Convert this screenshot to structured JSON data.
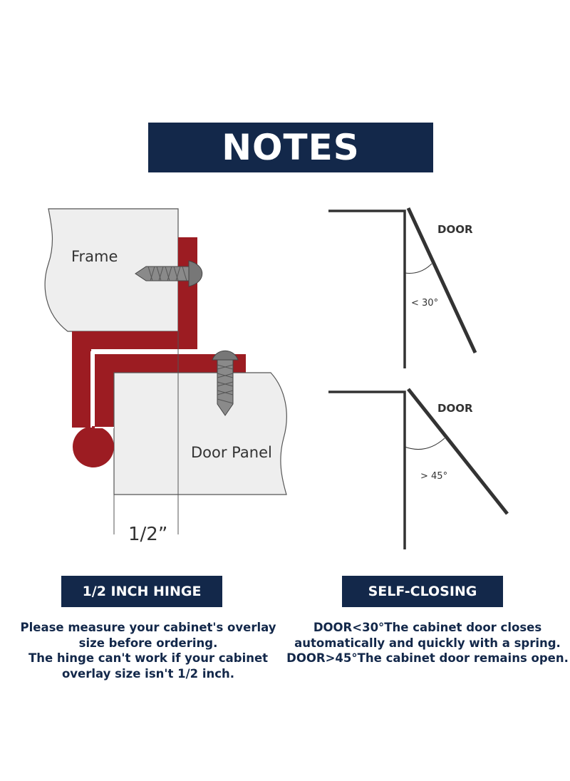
{
  "header": {
    "title": "NOTES"
  },
  "hinge_diagram": {
    "frame_label": "Frame",
    "door_label": "Door Panel",
    "overlay_label": "1/2”"
  },
  "closing_diagram": {
    "top": {
      "door_label": "DOOR",
      "angle_label": "< 30°"
    },
    "bottom": {
      "door_label": "DOOR",
      "angle_label": "> 45°"
    }
  },
  "sections": {
    "hinge": {
      "heading": "1/2 INCH HINGE",
      "lines": [
        "Please measure your cabinet's overlay",
        "size before ordering.",
        "The hinge can't work if your cabinet",
        "overlay size isn't 1/2 inch."
      ]
    },
    "closing": {
      "heading": "SELF-CLOSING",
      "lines": [
        "DOOR<30°The cabinet door closes",
        "automatically and quickly with a spring.",
        "DOOR>45°The cabinet door remains open."
      ]
    }
  },
  "colors": {
    "navy": "#13284a",
    "hinge_red": "#9c1c22",
    "panel_gray": "#eeeeee",
    "line_dark": "#333333"
  }
}
